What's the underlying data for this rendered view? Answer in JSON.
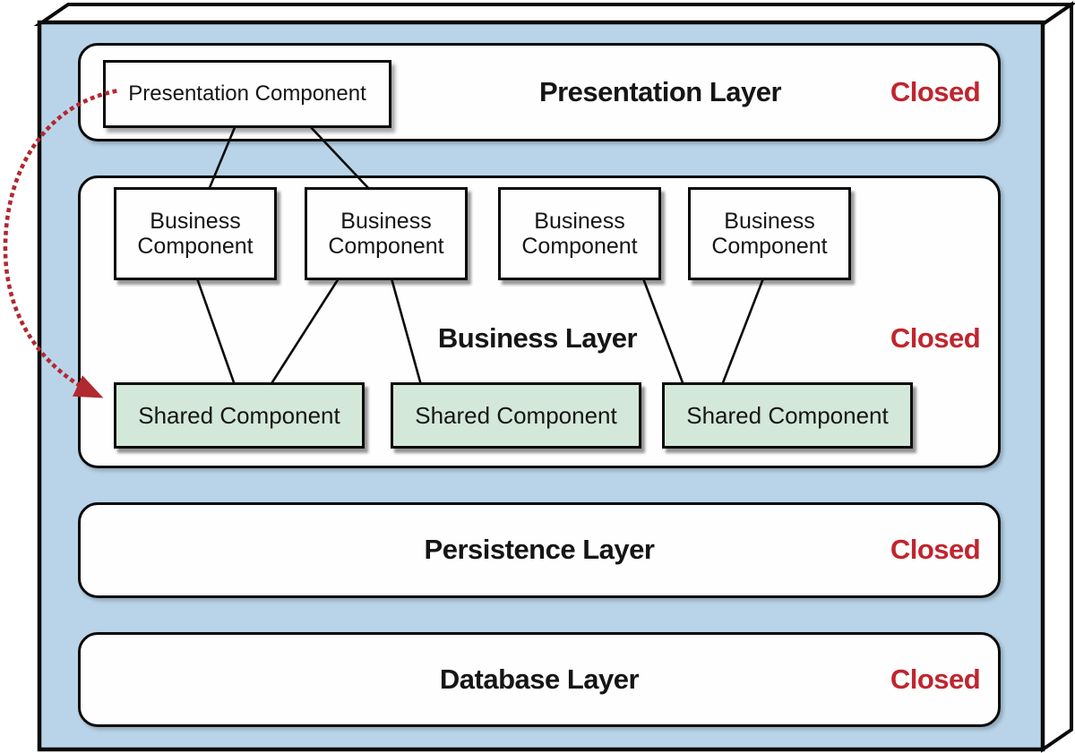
{
  "layers": [
    {
      "name": "Presentation Layer",
      "status": "Closed"
    },
    {
      "name": "Business Layer",
      "status": "Closed"
    },
    {
      "name": "Persistence Layer",
      "status": "Closed"
    },
    {
      "name": "Database Layer",
      "status": "Closed"
    }
  ],
  "components": {
    "presentation": [
      {
        "label": "Presentation Component"
      }
    ],
    "business": [
      {
        "label": "Business Component"
      },
      {
        "label": "Business Component"
      },
      {
        "label": "Business Component"
      },
      {
        "label": "Business Component"
      }
    ],
    "shared": [
      {
        "label": "Shared Component"
      },
      {
        "label": "Shared Component"
      },
      {
        "label": "Shared Component"
      }
    ]
  },
  "colors": {
    "slab_front_blue": "#b9d4e9",
    "slab_face_white": "#ffffff",
    "shared_component_green": "#d3e8d8",
    "closed_red": "#c0252e",
    "arrow_red": "#b22830",
    "outline_black": "#0a0a0a"
  }
}
